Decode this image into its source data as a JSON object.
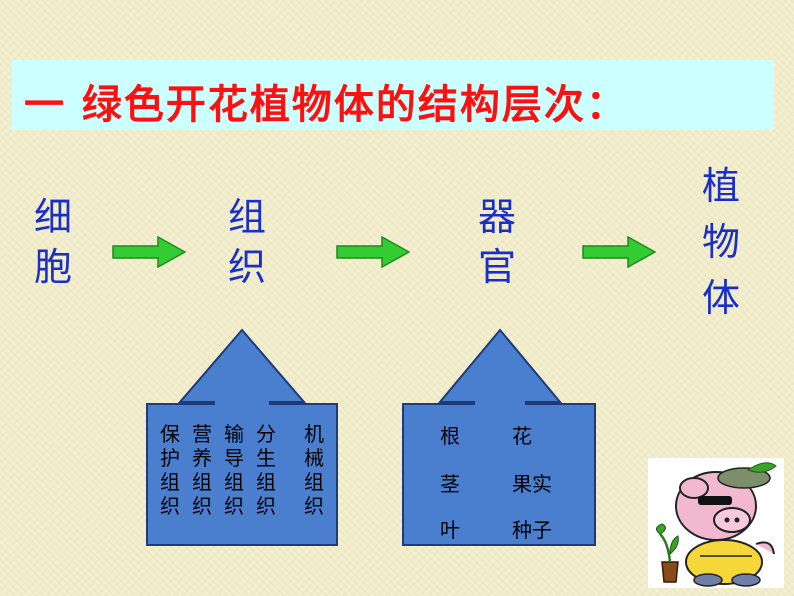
{
  "title": "一 绿色开花植物体的结构层次：",
  "levels": {
    "cell": [
      "细",
      "胞"
    ],
    "tissue": [
      "组",
      "织"
    ],
    "organ": [
      "器",
      "官"
    ],
    "plant": [
      "植",
      "物",
      "体"
    ]
  },
  "tissues": [
    {
      "chars": [
        "保",
        "护",
        "组",
        "织"
      ]
    },
    {
      "chars": [
        "营",
        "养",
        "组",
        "织"
      ]
    },
    {
      "chars": [
        "输",
        "导",
        "组",
        "织"
      ]
    },
    {
      "chars": [
        "分",
        "生",
        "组",
        "织"
      ]
    },
    {
      "chars": [
        "机",
        "械",
        "组",
        "织"
      ]
    }
  ],
  "organs": [
    "根",
    "花",
    "茎",
    "果实",
    "叶",
    "种子"
  ],
  "colors": {
    "title": "#ff1010",
    "title_bg": "#ccffff",
    "level_text": "#1a2fc8",
    "arrow_fill": "#33cc33",
    "block_fill": "#4a7fcf",
    "block_border": "#1e3a78"
  },
  "illustration": "cartoon-pig-with-plant-icon"
}
